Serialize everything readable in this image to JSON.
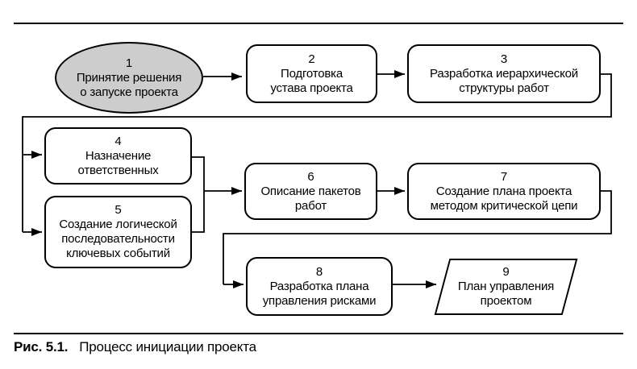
{
  "diagram": {
    "title_implicit": "Процесс инициации проекта",
    "colors": {
      "start_node_fill": "#cdcdcd",
      "stroke": "#000000",
      "node_fill": "#ffffff",
      "background": "#ffffff"
    },
    "nodes": [
      {
        "num": "1",
        "shape": "ellipse",
        "lines": [
          "Принятие решения",
          "о запуске проекта"
        ]
      },
      {
        "num": "2",
        "shape": "rounded-rect",
        "lines": [
          "Подготовка",
          "устава проекта"
        ]
      },
      {
        "num": "3",
        "shape": "rounded-rect",
        "lines": [
          "Разработка иерархической",
          "структуры работ"
        ]
      },
      {
        "num": "4",
        "shape": "rounded-rect",
        "lines": [
          "Назначение",
          "ответственных"
        ]
      },
      {
        "num": "5",
        "shape": "rounded-rect",
        "lines": [
          "Создание логической",
          "последовательности",
          "ключевых событий"
        ]
      },
      {
        "num": "6",
        "shape": "rounded-rect",
        "lines": [
          "Описание пакетов",
          "работ"
        ]
      },
      {
        "num": "7",
        "shape": "rounded-rect",
        "lines": [
          "Создание плана проекта",
          "методом критической цепи"
        ]
      },
      {
        "num": "8",
        "shape": "rounded-rect",
        "lines": [
          "Разработка плана",
          "управления рисками"
        ]
      },
      {
        "num": "9",
        "shape": "parallelogram",
        "lines": [
          "План управления",
          "проектом"
        ]
      }
    ],
    "edges": [
      "1→2",
      "2→3",
      "3→4",
      "3→5",
      "4→6",
      "5→6",
      "6→7",
      "7→8",
      "8→9"
    ]
  },
  "caption": {
    "label": "Рис. 5.1.",
    "text": "Процесс инициации проекта"
  }
}
